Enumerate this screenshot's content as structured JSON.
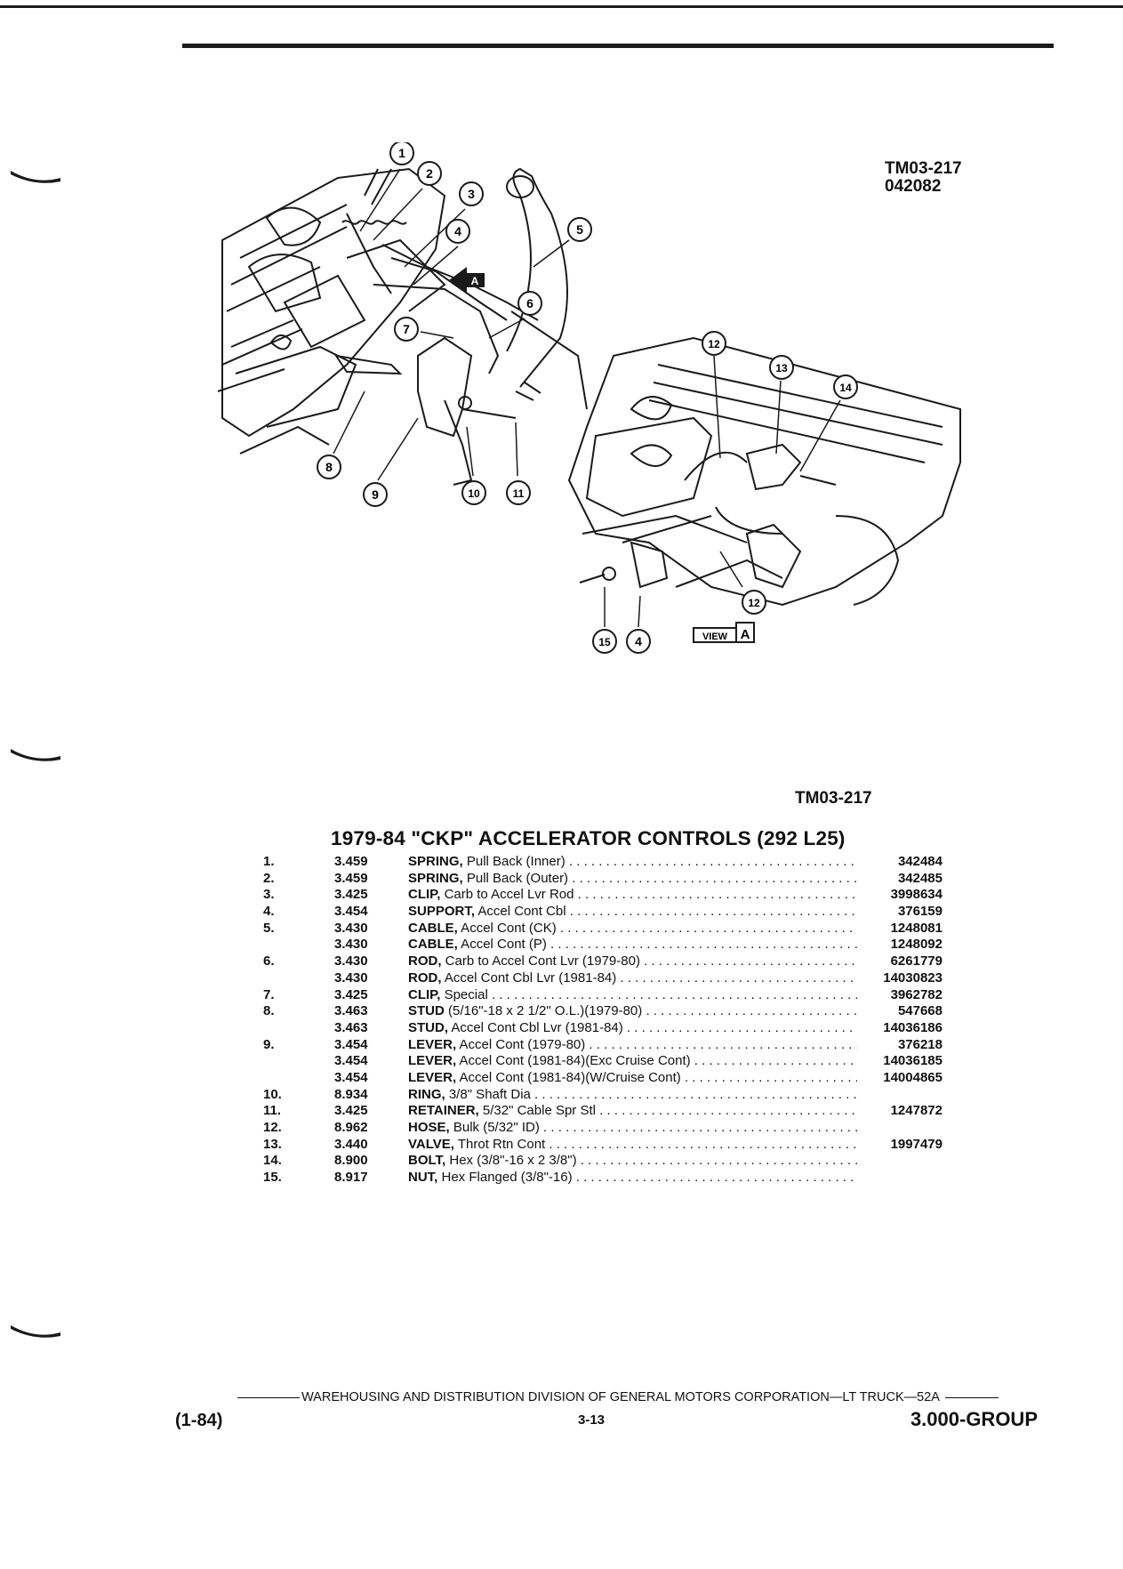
{
  "ref_top": [
    "TM03-217",
    "042082"
  ],
  "ref_mid": "TM03-217",
  "diagram": {
    "callouts": [
      "1",
      "2",
      "3",
      "4",
      "5",
      "6",
      "7",
      "8",
      "9",
      "10",
      "11",
      "12",
      "13",
      "14",
      "12",
      "15",
      "4"
    ],
    "view_badge": "VIEW",
    "view_letter": "A",
    "arrow_letter": "A"
  },
  "title": "1979-84 \"CKP\" ACCELERATOR CONTROLS (292 L25)",
  "parts": [
    {
      "num": "1.",
      "group": "3.459",
      "name": "SPRING,",
      "detail": " Pull Back (Inner)",
      "part": "342484"
    },
    {
      "num": "2.",
      "group": "3.459",
      "name": "SPRING,",
      "detail": " Pull Back (Outer)",
      "part": "342485"
    },
    {
      "num": "3.",
      "group": "3.425",
      "name": "CLIP,",
      "detail": " Carb to Accel Lvr Rod",
      "part": "3998634"
    },
    {
      "num": "4.",
      "group": "3.454",
      "name": "SUPPORT,",
      "detail": " Accel Cont Cbl",
      "part": "376159"
    },
    {
      "num": "5.",
      "group": "3.430",
      "name": "CABLE,",
      "detail": " Accel Cont (CK)",
      "part": "1248081"
    },
    {
      "num": "",
      "group": "3.430",
      "name": "CABLE,",
      "detail": " Accel Cont (P)",
      "part": "1248092"
    },
    {
      "num": "6.",
      "group": "3.430",
      "name": "ROD,",
      "detail": " Carb to Accel Cont Lvr (1979-80)",
      "part": "6261779"
    },
    {
      "num": "",
      "group": "3.430",
      "name": "ROD,",
      "detail": " Accel Cont Cbl Lvr (1981-84)",
      "part": "14030823"
    },
    {
      "num": "7.",
      "group": "3.425",
      "name": "CLIP,",
      "detail": " Special",
      "part": "3962782"
    },
    {
      "num": "8.",
      "group": "3.463",
      "name": "STUD",
      "detail": " (5/16\"-18 x 2 1/2\" O.L.)(1979-80)",
      "part": "547668"
    },
    {
      "num": "",
      "group": "3.463",
      "name": "STUD,",
      "detail": " Accel Cont Cbl Lvr (1981-84)",
      "part": "14036186"
    },
    {
      "num": "9.",
      "group": "3.454",
      "name": "LEVER,",
      "detail": " Accel Cont (1979-80)",
      "part": "376218"
    },
    {
      "num": "",
      "group": "3.454",
      "name": "LEVER,",
      "detail": " Accel Cont (1981-84)(Exc Cruise Cont)",
      "part": "14036185"
    },
    {
      "num": "",
      "group": "3.454",
      "name": "LEVER,",
      "detail": " Accel Cont (1981-84)(W/Cruise Cont)",
      "part": "14004865"
    },
    {
      "num": "10.",
      "group": "8.934",
      "name": "RING,",
      "detail": " 3/8\" Shaft Dia",
      "part": ""
    },
    {
      "num": "11.",
      "group": "3.425",
      "name": "RETAINER,",
      "detail": " 5/32\" Cable Spr Stl",
      "part": "1247872"
    },
    {
      "num": "12.",
      "group": "8.962",
      "name": "HOSE,",
      "detail": " Bulk (5/32\" ID)",
      "part": ""
    },
    {
      "num": "13.",
      "group": "3.440",
      "name": "VALVE,",
      "detail": " Throt Rtn Cont",
      "part": "1997479"
    },
    {
      "num": "14.",
      "group": "8.900",
      "name": "BOLT,",
      "detail": " Hex (3/8\"-16 x 2 3/8\")",
      "part": ""
    },
    {
      "num": "15.",
      "group": "8.917",
      "name": "NUT,",
      "detail": " Hex Flanged (3/8\"-16)",
      "part": ""
    }
  ],
  "footer": {
    "line": "WAREHOUSING AND DISTRIBUTION DIVISION OF GENERAL MOTORS CORPORATION—LT TRUCK—52A",
    "date": "(1-84)",
    "page": "3-13",
    "group": "3.000-GROUP"
  }
}
